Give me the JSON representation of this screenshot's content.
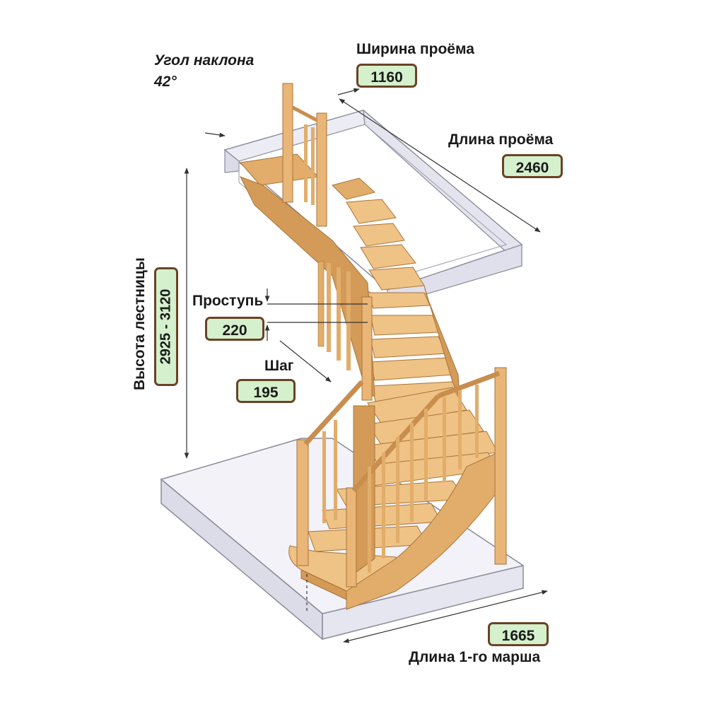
{
  "labels": {
    "slope_title": "Угол наклона",
    "slope_value": "42°",
    "opening_width_label": "Ширина проёма",
    "opening_length_label": "Длина проёма",
    "tread_label": "Проступь",
    "step_label": "Шаг",
    "height_label": "Высота лестницы",
    "flight_length_label": "Длина 1-го марша"
  },
  "values": {
    "opening_width": "1160",
    "opening_length": "2460",
    "tread": "220",
    "step": "195",
    "height": "2925 - 3120",
    "flight_length": "1665"
  },
  "colors": {
    "wood_light": "#f1c98e",
    "wood_mid": "#e2ad6a",
    "wood_dark": "#c98d4e",
    "slab": "#eeeef6",
    "badge_fill": "#d4f0cc",
    "badge_border": "#6b4226"
  }
}
